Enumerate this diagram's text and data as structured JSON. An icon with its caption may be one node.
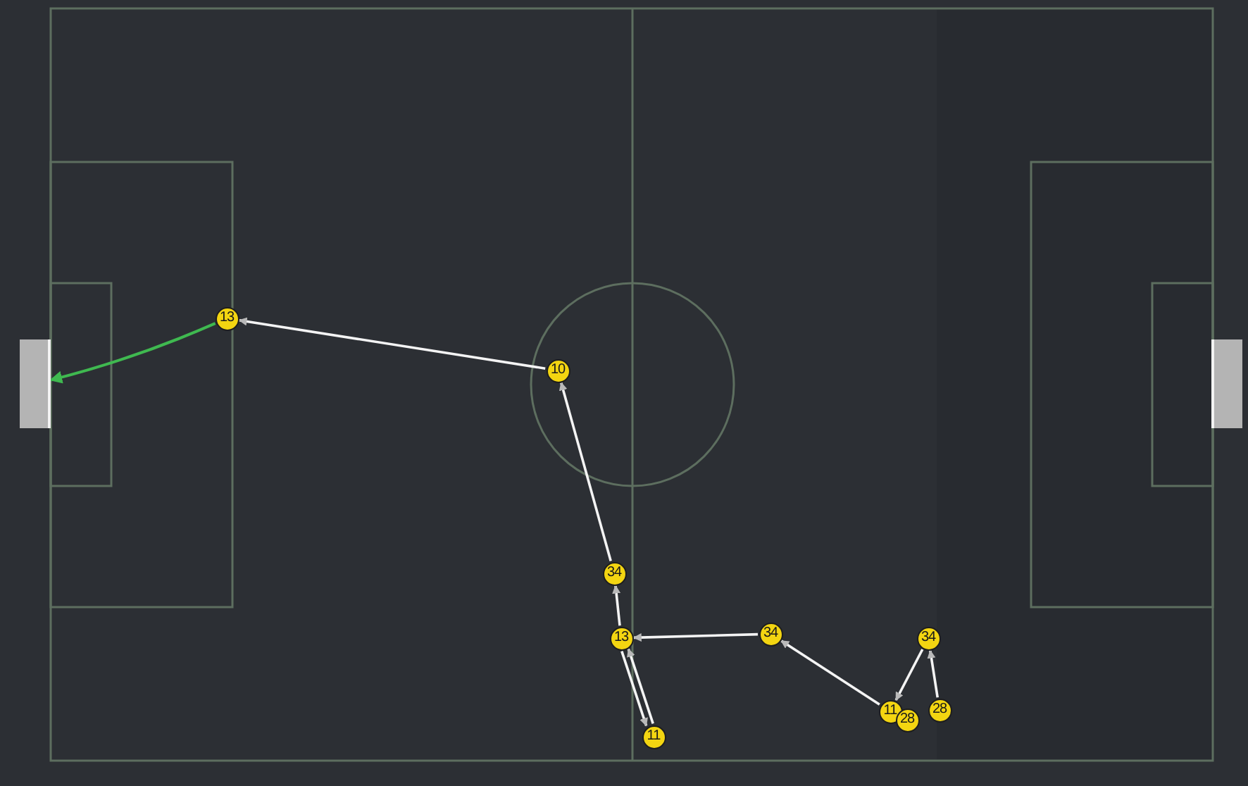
{
  "diagram": {
    "nodes": [
      {
        "text": [
          "13"
        ]
      },
      {
        "text": [
          "10"
        ]
      },
      {
        "text": [],
        "shape": "box"
      },
      {
        "text": [
          "34"
        ]
      },
      {
        "text": [
          "34"
        ]
      },
      {
        "text": [
          "13"
        ]
      },
      {
        "text": [
          "34"
        ]
      },
      {
        "text": [
          "28"
        ]
      },
      {
        "text": [
          "11"
        ]
      },
      {
        "text": [
          "28"
        ]
      },
      {
        "text": [
          "11"
        ]
      }
    ],
    "edges": [
      {
        "from": 7,
        "to": 6,
        "arrow": "to"
      },
      {
        "from": 6,
        "to": 8,
        "arrow": "to"
      },
      {
        "from": 8,
        "to": 4,
        "arrow": "to"
      },
      {
        "from": 4,
        "to": 5,
        "arrow": "to"
      },
      {
        "from": 5,
        "to": 10,
        "arrow": "to"
      },
      {
        "from": 10,
        "to": 5,
        "arrow": "to"
      },
      {
        "from": 5,
        "to": 3,
        "arrow": "to"
      },
      {
        "from": 3,
        "to": 1,
        "arrow": "to"
      },
      {
        "from": 1,
        "to": 0,
        "arrow": "to"
      },
      {
        "from": 0,
        "to": 2,
        "arrow": "to",
        "color": "#3fb950"
      }
    ]
  }
}
